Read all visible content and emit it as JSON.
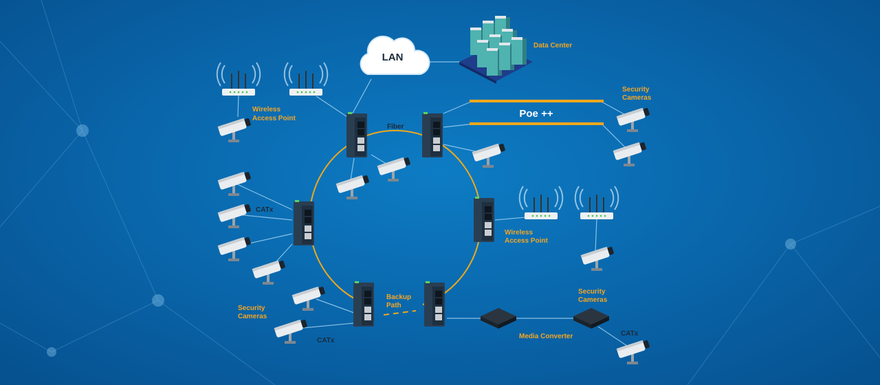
{
  "labels": {
    "lan": "LAN",
    "data_center": "Data Center",
    "wap_left": [
      "Wireless",
      "Access Point"
    ],
    "fiber": "Fiber",
    "poe": "Poe ++",
    "cams_top_right": [
      "Security",
      "Cameras"
    ],
    "catx_left": "CATx",
    "wap_right": [
      "Wireless",
      "Access Point"
    ],
    "backup_path": [
      "Backup",
      "Path"
    ],
    "cams_bottom_left": [
      "Security",
      "Cameras"
    ],
    "catx_bottom": "CATx",
    "cams_bottom_right": [
      "Security",
      "Cameras"
    ],
    "media_converter": "Media Converter",
    "catx_bottom_right": "CATx"
  },
  "colors": {
    "accent": "#f5a623",
    "ring": "#f0a81c",
    "background": "#0a68ad",
    "links": "#9fd0f0"
  }
}
